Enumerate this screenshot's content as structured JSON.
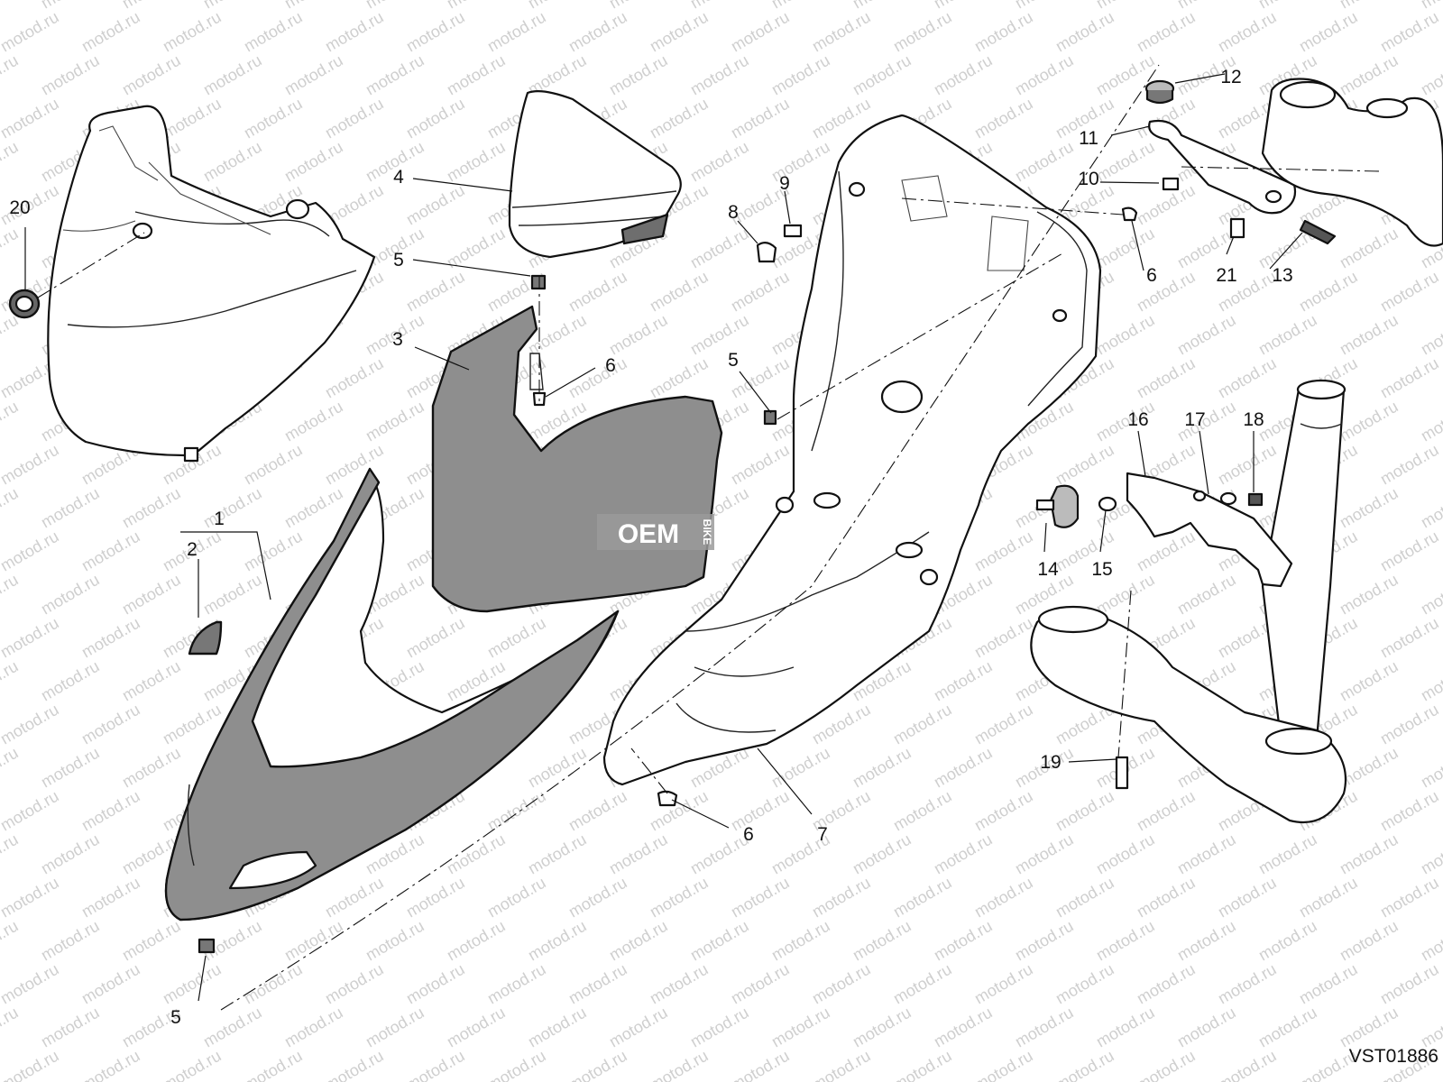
{
  "drawing_code": "VST01886",
  "watermark_text": "motod.ru",
  "logo": {
    "main": "OEM",
    "side": "BIKE"
  },
  "callouts": {
    "c1": "1",
    "c2": "2",
    "c3": "3",
    "c4": "4",
    "c5a": "5",
    "c5b": "5",
    "c5c": "5",
    "c6a": "6",
    "c6b": "6",
    "c6c": "6",
    "c7": "7",
    "c8": "8",
    "c9": "9",
    "c10": "10",
    "c11": "11",
    "c12": "12",
    "c13": "13",
    "c14": "14",
    "c15": "15",
    "c16": "16",
    "c17": "17",
    "c18": "18",
    "c19": "19",
    "c20": "20",
    "c21": "21"
  },
  "colors": {
    "panel_grey": "#8e8e8e",
    "line": "#111111",
    "watermark": "#cfcfcf"
  }
}
